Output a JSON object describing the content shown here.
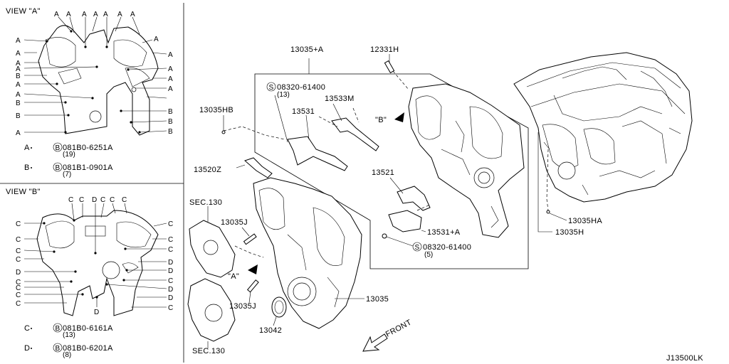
{
  "view_a": {
    "title": "VIEW \"A\"",
    "top_letters": [
      "A",
      "A",
      "A",
      "A",
      "A",
      "A",
      "A"
    ],
    "left_letters": [
      "A",
      "A",
      "A",
      "A",
      "B",
      "A",
      "A",
      "B",
      "B",
      "A"
    ],
    "right_letters": [
      "A",
      "A",
      "A",
      "A",
      "A",
      "B",
      "B",
      "B"
    ],
    "legend": [
      {
        "key": "A",
        "code": "081B0-6251A",
        "qty": "(19)"
      },
      {
        "key": "B",
        "code": "081B1-0901A",
        "qty": "(7)"
      }
    ]
  },
  "view_b": {
    "title": "VIEW \"B\"",
    "top_letters": [
      "C",
      "C",
      "D",
      "C",
      "C",
      "C"
    ],
    "left_letters": [
      "C",
      "C",
      "C",
      "C",
      "D",
      "C",
      "C",
      "C",
      "C"
    ],
    "right_letters": [
      "C",
      "C",
      "C",
      "D",
      "D",
      "C",
      "D",
      "D",
      "C"
    ],
    "bottom_letter": "D",
    "legend": [
      {
        "key": "C",
        "code": "081B0-6161A",
        "qty": "(13)"
      },
      {
        "key": "D",
        "code": "081B0-6201A",
        "qty": "(8)"
      }
    ]
  },
  "bolt_symbol": "B",
  "screw_symbol": "S",
  "callouts": {
    "p13035_a": "13035+A",
    "p12331h": "12331H",
    "s08320_top": "08320-61400",
    "s08320_top_qty": "(13)",
    "p13533m": "13533M",
    "p13531": "13531",
    "p13035hb": "13035HB",
    "view_b_arrow": "\"B\"",
    "p13520z": "13520Z",
    "p13521": "13521",
    "sec130_top": "SEC.130",
    "p13035j_top": "13035J",
    "p13531_a": "13531+A",
    "s08320_bottom": "08320-61400",
    "s08320_bottom_qty": "(5)",
    "view_a_arrow": "\"A\"",
    "p13035": "13035",
    "p13035j_bottom": "13035J",
    "p13042": "13042",
    "sec130_bottom": "SEC.130",
    "front": "FRONT",
    "p13035ha": "13035HA",
    "p13035h": "13035H"
  },
  "diagram_code": "J13500LK"
}
